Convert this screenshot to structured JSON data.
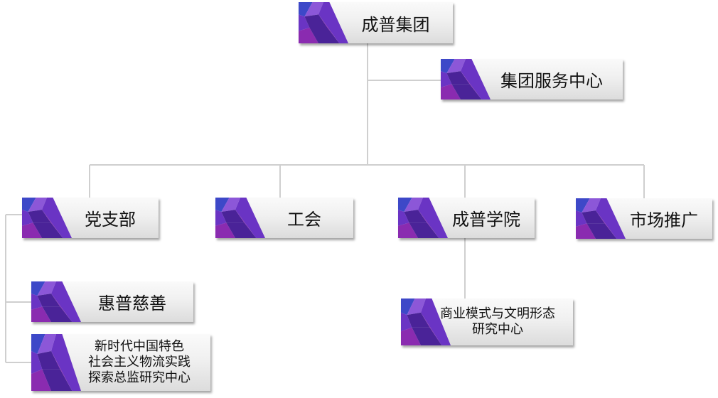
{
  "colors": {
    "connector": "#cfcfcf",
    "deco_light": "#8c57d8",
    "deco_mid": "#6a34c4",
    "deco_dark": "#4a2398",
    "deco_magenta": "#8a2bb0",
    "deco_blue": "#3d48c8"
  },
  "nodes": {
    "root": {
      "label": "成普集团"
    },
    "service_center": {
      "label": "集团服务中心"
    },
    "party_branch": {
      "label": "党支部"
    },
    "union": {
      "label": "工会"
    },
    "academy": {
      "label": "成普学院"
    },
    "marketing": {
      "label": "市场推广"
    },
    "charity": {
      "label": "惠普慈善"
    },
    "logistics_center": {
      "lines": [
        "新时代中国特色",
        "社会主义物流实践",
        "探索总监研究中心"
      ]
    },
    "business_model_center": {
      "lines": [
        "商业模式与文明形态",
        "研究中心"
      ]
    }
  }
}
